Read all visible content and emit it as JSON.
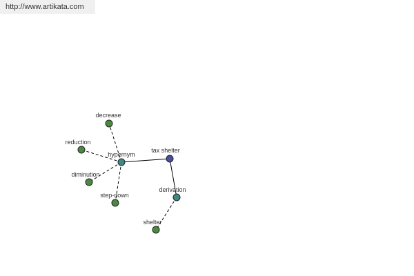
{
  "header": {
    "url": "http://www.artikata.com"
  },
  "graph": {
    "nodes": [
      {
        "id": "tax-shelter",
        "label": "tax shelter",
        "kind": "root",
        "color": "#4b4fa0"
      },
      {
        "id": "hypernym",
        "label": "hypernym",
        "kind": "relation",
        "color": "#3e8a82"
      },
      {
        "id": "derivation",
        "label": "derivation",
        "kind": "relation",
        "color": "#3e8a82"
      },
      {
        "id": "decrease",
        "label": "decrease",
        "kind": "term",
        "color": "#4a8a3e"
      },
      {
        "id": "reduction",
        "label": "reduction",
        "kind": "term",
        "color": "#4a8a3e"
      },
      {
        "id": "diminution",
        "label": "diminution",
        "kind": "term",
        "color": "#4a8a3e"
      },
      {
        "id": "step-down",
        "label": "step-down",
        "kind": "term",
        "color": "#4a8a3e"
      },
      {
        "id": "shelter",
        "label": "shelter",
        "kind": "term",
        "color": "#4a8a3e"
      }
    ],
    "edges": [
      {
        "from": "tax-shelter",
        "to": "hypernym",
        "style": "solid"
      },
      {
        "from": "tax-shelter",
        "to": "derivation",
        "style": "solid"
      },
      {
        "from": "hypernym",
        "to": "decrease",
        "style": "dashed"
      },
      {
        "from": "hypernym",
        "to": "reduction",
        "style": "dashed"
      },
      {
        "from": "hypernym",
        "to": "diminution",
        "style": "dashed"
      },
      {
        "from": "hypernym",
        "to": "step-down",
        "style": "dashed"
      },
      {
        "from": "derivation",
        "to": "shelter",
        "style": "dashed"
      }
    ]
  }
}
